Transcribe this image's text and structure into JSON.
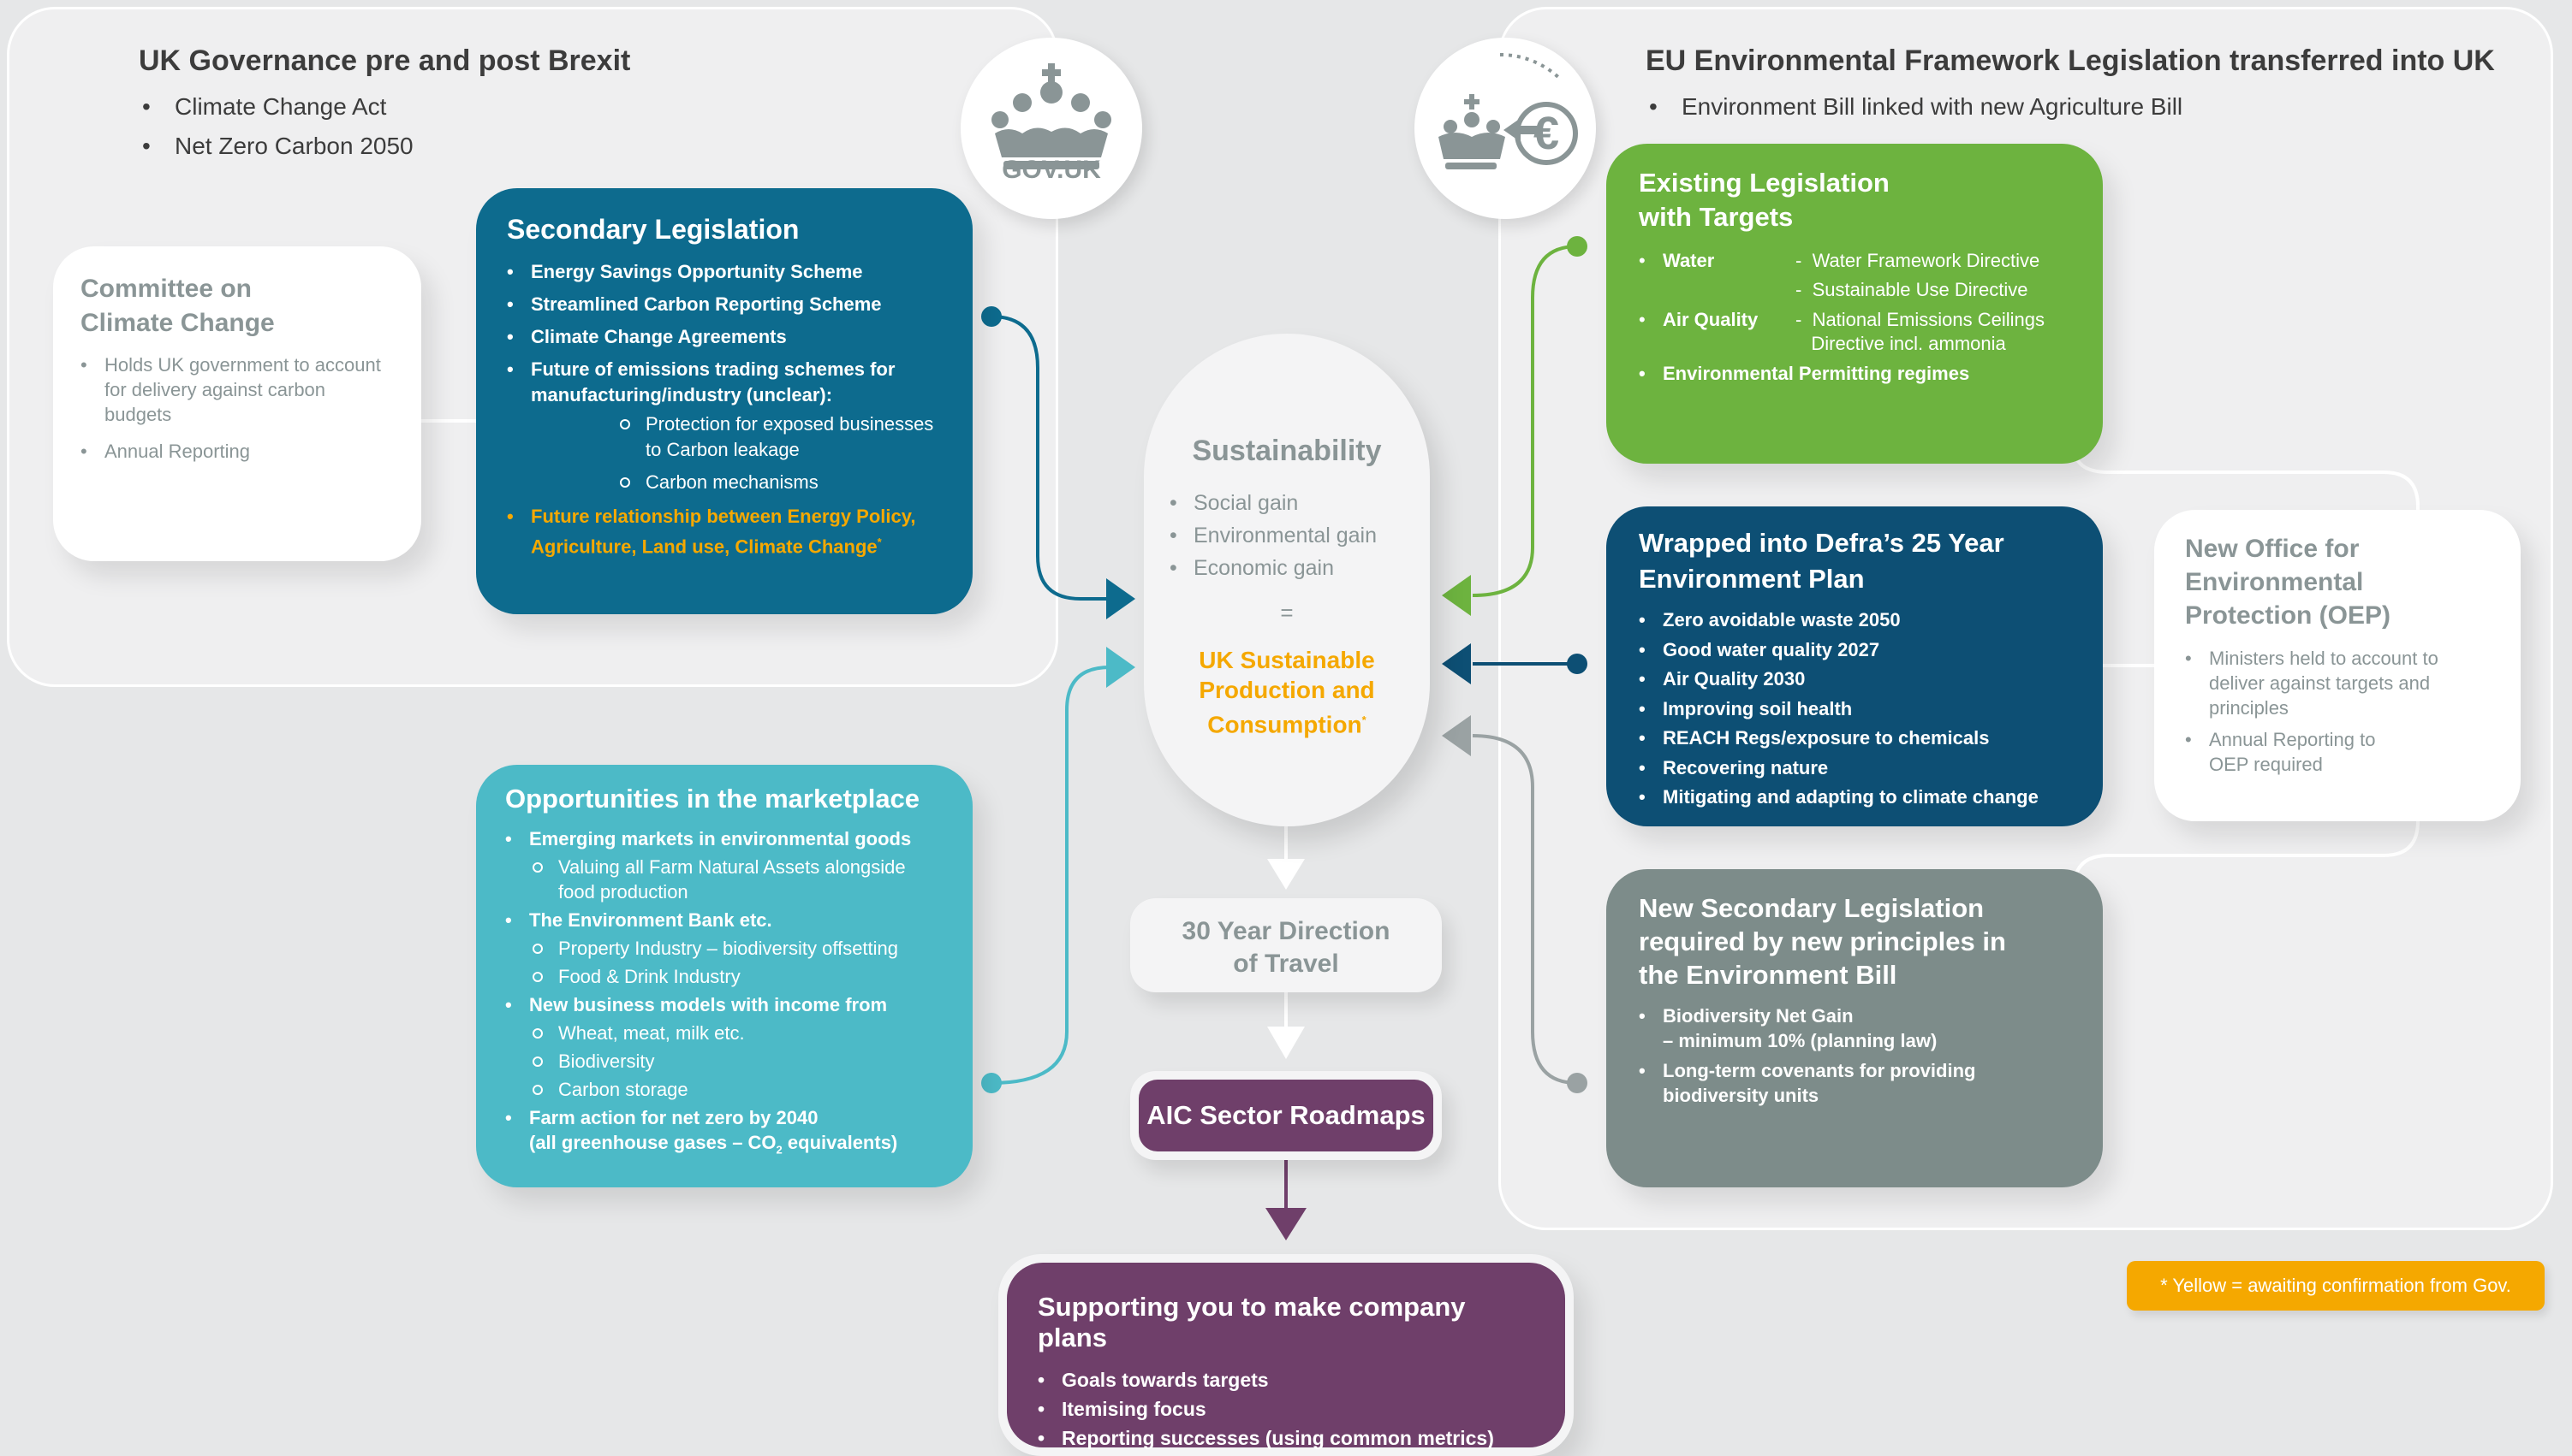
{
  "uk_panel": {
    "title": "UK Governance pre and post Brexit",
    "items": [
      "Climate Change Act",
      "Net Zero Carbon 2050"
    ]
  },
  "eu_panel": {
    "title": "EU Environmental Framework Legislation transferred into UK",
    "items": [
      "Environment Bill linked with new Agriculture Bill"
    ]
  },
  "gov_logo": {
    "text": "GOV.UK"
  },
  "euro_logo": {
    "symbol": "€"
  },
  "committee": {
    "title_line1": "Committee on",
    "title_line2": "Climate Change",
    "items": [
      "Holds UK government to account for delivery against carbon budgets",
      "Annual Reporting"
    ]
  },
  "secondary": {
    "title": "Secondary Legislation",
    "items": [
      "Energy Savings Opportunity Scheme",
      "Streamlined Carbon Reporting Scheme",
      "Climate Change Agreements",
      "Future of emissions trading schemes for manufacturing/industry (unclear):"
    ],
    "subitems": [
      "Protection for exposed businesses to Carbon leakage",
      "Carbon mechanisms"
    ],
    "yellow_item": "Future relationship between Energy Policy, Agriculture, Land use, Climate Change",
    "asterisk": "*"
  },
  "opportunities": {
    "title": "Opportunities in the marketplace",
    "groups": [
      {
        "label": "Emerging markets in environmental goods",
        "subs": [
          "Valuing all Farm Natural Assets alongside food production"
        ]
      },
      {
        "label": "The Environment Bank etc.",
        "subs": [
          "Property Industry – biodiversity offsetting",
          "Food & Drink Industry"
        ]
      },
      {
        "label": "New business models with income from",
        "subs": [
          "Wheat, meat, milk etc.",
          "Biodiversity",
          "Carbon storage"
        ]
      }
    ],
    "last_line1": "Farm action for net zero by 2040",
    "last_line2_a": "(all greenhouse gases – CO",
    "last_line2_sub": "2",
    "last_line2_b": " equivalents)"
  },
  "sustainability": {
    "title": "Sustainability",
    "items": [
      "Social gain",
      "Environmental gain",
      "Economic gain"
    ],
    "equals": "=",
    "result_line1": "UK Sustainable",
    "result_line2": "Production and",
    "result_line3": "Consumption",
    "asterisk": "*"
  },
  "direction": {
    "line1": "30 Year Direction",
    "line2": "of Travel"
  },
  "roadmaps": {
    "label": "AIC Sector Roadmaps"
  },
  "supporting": {
    "title": "Supporting you to make company plans",
    "items": [
      "Goals towards targets",
      "Itemising focus",
      "Reporting successes (using common metrics)"
    ]
  },
  "existing": {
    "title_line1": "Existing Legislation",
    "title_line2": "with Targets",
    "water_key": "Water",
    "water_values": [
      "Water Framework Directive",
      "Sustainable Use Directive"
    ],
    "air_key": "Air Quality",
    "air_value_line1": "National Emissions Ceilings",
    "air_value_line2": "Directive incl. ammonia",
    "dash": "-",
    "permitting": "Environmental Permitting regimes"
  },
  "defra": {
    "title_line1": "Wrapped into Defra’s 25 Year",
    "title_line2": "Environment Plan",
    "items": [
      "Zero avoidable waste 2050",
      "Good water quality 2027",
      "Air Quality 2030",
      "Improving soil health",
      "REACH Regs/exposure to chemicals",
      "Recovering nature",
      "Mitigating and adapting to climate change"
    ]
  },
  "new_secondary": {
    "title_line1": "New Secondary Legislation",
    "title_line2": "required by new principles in",
    "title_line3": "the Environment Bill",
    "item1_line1": "Biodiversity Net Gain",
    "item1_line2": "– minimum 10% (planning law)",
    "item2": "Long-term covenants for providing biodiversity units"
  },
  "oep": {
    "title_line1": "New Office for",
    "title_line2": "Environmental",
    "title_line3": "Protection (OEP)",
    "items": [
      "Ministers held to account to deliver against targets and principles"
    ],
    "item2_line1": "Annual Reporting to",
    "item2_line2": "OEP required"
  },
  "legend": {
    "text": "* Yellow = awaiting confirmation from Gov."
  },
  "colors": {
    "secondary": "#0d6b8e",
    "opportunities": "#4cbac7",
    "existing": "#6db33f",
    "defra": "#0d4f74",
    "new_secondary": "#7d8c8a",
    "purple": "#6f3f6a",
    "yellow": "#f5a800",
    "grey_text": "#8a9596"
  }
}
